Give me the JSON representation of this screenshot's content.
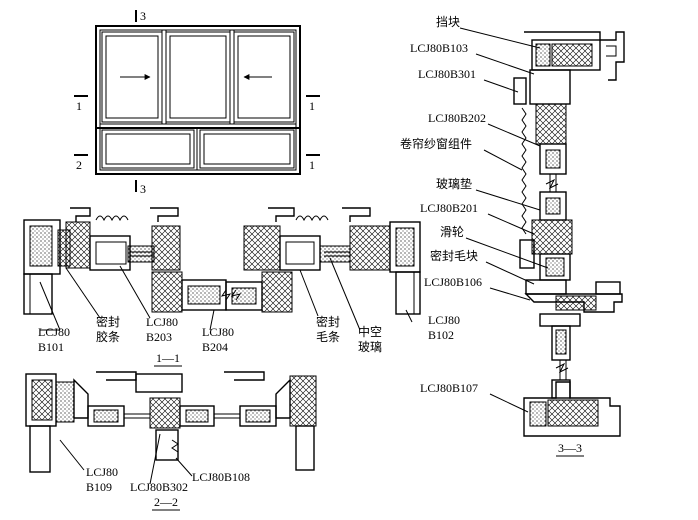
{
  "elevation": {
    "section_marks": {
      "top": "3",
      "bottom": "3",
      "left_upper": "1",
      "left_lower": "2",
      "right_upper": "1",
      "right_lower": "1"
    }
  },
  "section_1_1": {
    "caption": "1—1",
    "labels": {
      "lcj80b101": [
        "LCJ80",
        "B101"
      ],
      "seal_strip": [
        "密封",
        "胶条"
      ],
      "lcj80b203": [
        "LCJ80",
        "B203"
      ],
      "lcj80b204": [
        "LCJ80",
        "B204"
      ],
      "brush_strip": [
        "密封",
        "毛条"
      ],
      "hollow_glass": [
        "中空",
        "玻璃"
      ],
      "lcj80b102": [
        "LCJ80",
        "B102"
      ]
    }
  },
  "section_2_2": {
    "caption": "2—2",
    "labels": {
      "lcj80b109": [
        "LCJ80",
        "B109"
      ],
      "lcj80b302": "LCJ80B302",
      "lcj80b108": "LCJ80B108"
    }
  },
  "section_3_3": {
    "caption": "3—3",
    "labels": {
      "stop_block": "挡块",
      "lcj80b103": "LCJ80B103",
      "lcj80b301": "LCJ80B301",
      "lcj80b202": "LCJ80B202",
      "screen_assembly": "卷帘纱窗组件",
      "glass_pad": "玻璃垫",
      "lcj80b201": "LCJ80B201",
      "pulley": "滑轮",
      "seal_brush_block": "密封毛块",
      "lcj80b106": "LCJ80B106",
      "lcj80b107": "LCJ80B107"
    }
  }
}
